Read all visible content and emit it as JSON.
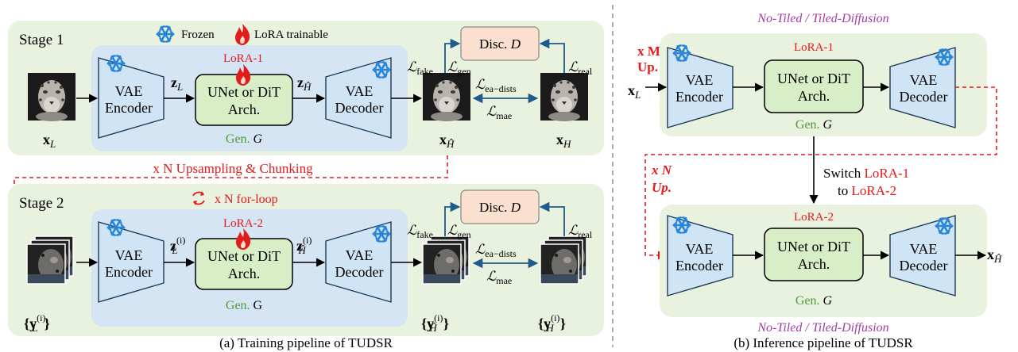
{
  "legend": {
    "frozen": "Frozen",
    "trainable": "LoRA trainable"
  },
  "stage1": {
    "label": "Stage 1",
    "lora": "LoRA-1",
    "input": "x",
    "input_sub": "L",
    "gen_prefix": "Gen. ",
    "gen_var": "G",
    "z_in": "z",
    "z_in_sub": "L",
    "z_out": "z",
    "z_out_sub": "Ĥ",
    "out": "x",
    "out_sub": "Ĥ",
    "hr": "x",
    "hr_sub": "H"
  },
  "stage2": {
    "label": "Stage 2",
    "lora": "LoRA-2",
    "loop": "x N for-loop",
    "gen_prefix": "Gen. ",
    "gen_var": "G",
    "z_in_sub": "L",
    "z_out_sub": "Ĥ",
    "sup": "(i)",
    "in_set": "{y",
    "in_sub": "L",
    "out_set": "{y",
    "out_sub": "Ĥ",
    "hr_set": "{y",
    "hr_sub": "H",
    "close": "}"
  },
  "blocks": {
    "vae_encoder_1": "VAE",
    "vae_encoder_2": "Encoder",
    "vae_decoder_1": "VAE",
    "vae_decoder_2": "Decoder",
    "unet_1": "UNet or DiT",
    "unet_2": "Arch."
  },
  "disc": {
    "label": "Disc. ",
    "var": "D"
  },
  "losses": {
    "script": "ℒ",
    "fake": "fake",
    "gen": "gen",
    "real": "real",
    "ea": "ea−dists",
    "mae": "mae"
  },
  "upsample_chunk": "x N Upsampling & Chunking",
  "captions": {
    "a": "(a) Training pipeline of TUDSR",
    "b": "(b) Inference pipeline of TUDSR"
  },
  "inference": {
    "top_title": "No-Tiled / Tiled-Diffusion",
    "bottom_title": "No-Tiled / Tiled-Diffusion",
    "lora1": "LoRA-1",
    "lora2": "LoRA-2",
    "xm_1": "x M",
    "xm_2": "Up.",
    "xn_1": "x N",
    "xn_2": "Up.",
    "switch_1": "Switch ",
    "switch_lora1": "LoRA-1",
    "switch_2": "to ",
    "switch_lora2": "LoRA-2",
    "input": "x",
    "input_sub": "L",
    "output": "x",
    "output_sub": "Ĥ"
  },
  "colors": {
    "stage_bg": "#e8f2de",
    "inner_blue": "#d5e5f4",
    "vae_fill": "#cfe4f5",
    "unet_fill": "#d8eec6",
    "disc_fill": "#fbe0d0",
    "red": "#e21b1b",
    "green": "#4f9a3a",
    "purple": "#a23ca2",
    "arrow_blue": "#1f5b8c",
    "snow": "#2a86d6"
  }
}
